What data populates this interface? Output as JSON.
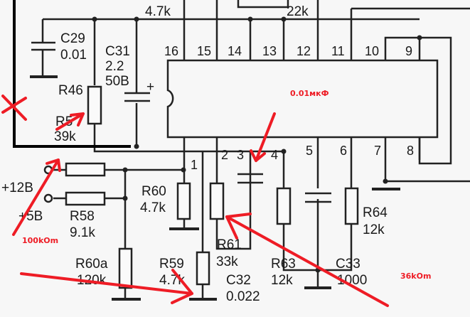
{
  "top_labels": {
    "r_top_left": "4.7k",
    "r_top_right": "22k"
  },
  "components": {
    "c29": {
      "name": "C29",
      "value": "0.01"
    },
    "c31": {
      "name": "C31",
      "value": "2.2",
      "voltage": "50B",
      "polarity": "+"
    },
    "r46": {
      "name": "R46"
    },
    "r5x": {
      "name": "R5",
      "value": "39k"
    },
    "r58": {
      "name": "R58",
      "value": "9.1k"
    },
    "r60a": {
      "name": "R60a",
      "value": "120k"
    },
    "r59": {
      "name": "R59",
      "value": "4.7k"
    },
    "r60": {
      "name": "R60",
      "value": "4.7k"
    },
    "r61": {
      "name": "R61",
      "value": "33k"
    },
    "c32": {
      "name": "C32",
      "value": "0.022"
    },
    "r63": {
      "name": "R63",
      "value": "12k"
    },
    "c33": {
      "name": "C33",
      "value": "1000"
    },
    "r64": {
      "name": "R64",
      "value": "12k"
    }
  },
  "supplies": {
    "v12": "+12B",
    "v5": "+5B"
  },
  "pins_top": [
    "16",
    "15",
    "14",
    "13",
    "12",
    "11",
    "10",
    "9"
  ],
  "pins_bottom": [
    "1",
    "2",
    "3",
    "4",
    "5",
    "6",
    "7",
    "8"
  ],
  "annotations": {
    "cap_note": "0.01мкФ",
    "r_note_left": "100kOm",
    "r_note_right": "36kOm"
  }
}
